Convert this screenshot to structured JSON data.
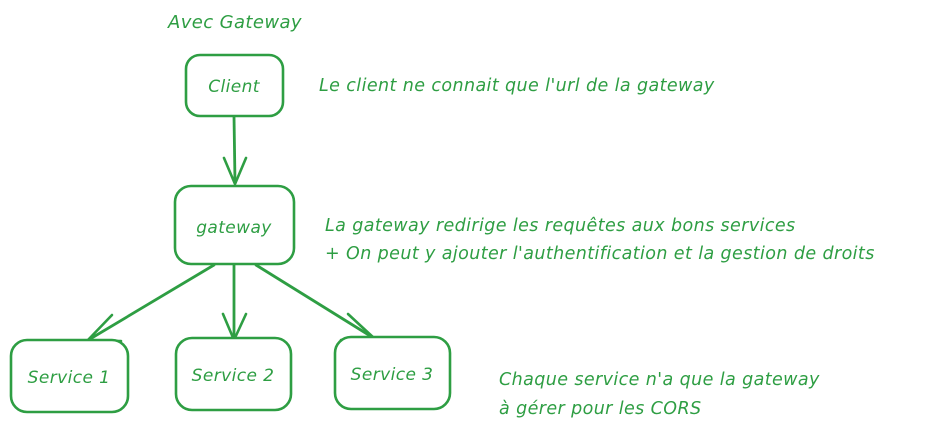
{
  "diagram": {
    "title": "Avec Gateway",
    "accent_color": "#2e9e43",
    "background_color": "#ffffff",
    "nodes": [
      {
        "id": "client",
        "label": "Client"
      },
      {
        "id": "gateway",
        "label": "gateway"
      },
      {
        "id": "service1",
        "label": "Service 1"
      },
      {
        "id": "service2",
        "label": "Service 2"
      },
      {
        "id": "service3",
        "label": "Service 3"
      }
    ],
    "annotations": [
      {
        "id": "client-note",
        "lines": [
          "Le client ne connait que l'url de la gateway"
        ]
      },
      {
        "id": "gateway-note",
        "lines": [
          "La gateway redirige les requêtes aux bons services",
          "+ On peut y ajouter l'authentification et la gestion de droits"
        ]
      },
      {
        "id": "services-note",
        "lines": [
          "Chaque service n'a que la gateway",
          "à gérer pour les CORS"
        ]
      }
    ],
    "edges": [
      {
        "from": "client",
        "to": "gateway"
      },
      {
        "from": "gateway",
        "to": "service1"
      },
      {
        "from": "gateway",
        "to": "service2"
      },
      {
        "from": "gateway",
        "to": "service3"
      }
    ]
  }
}
